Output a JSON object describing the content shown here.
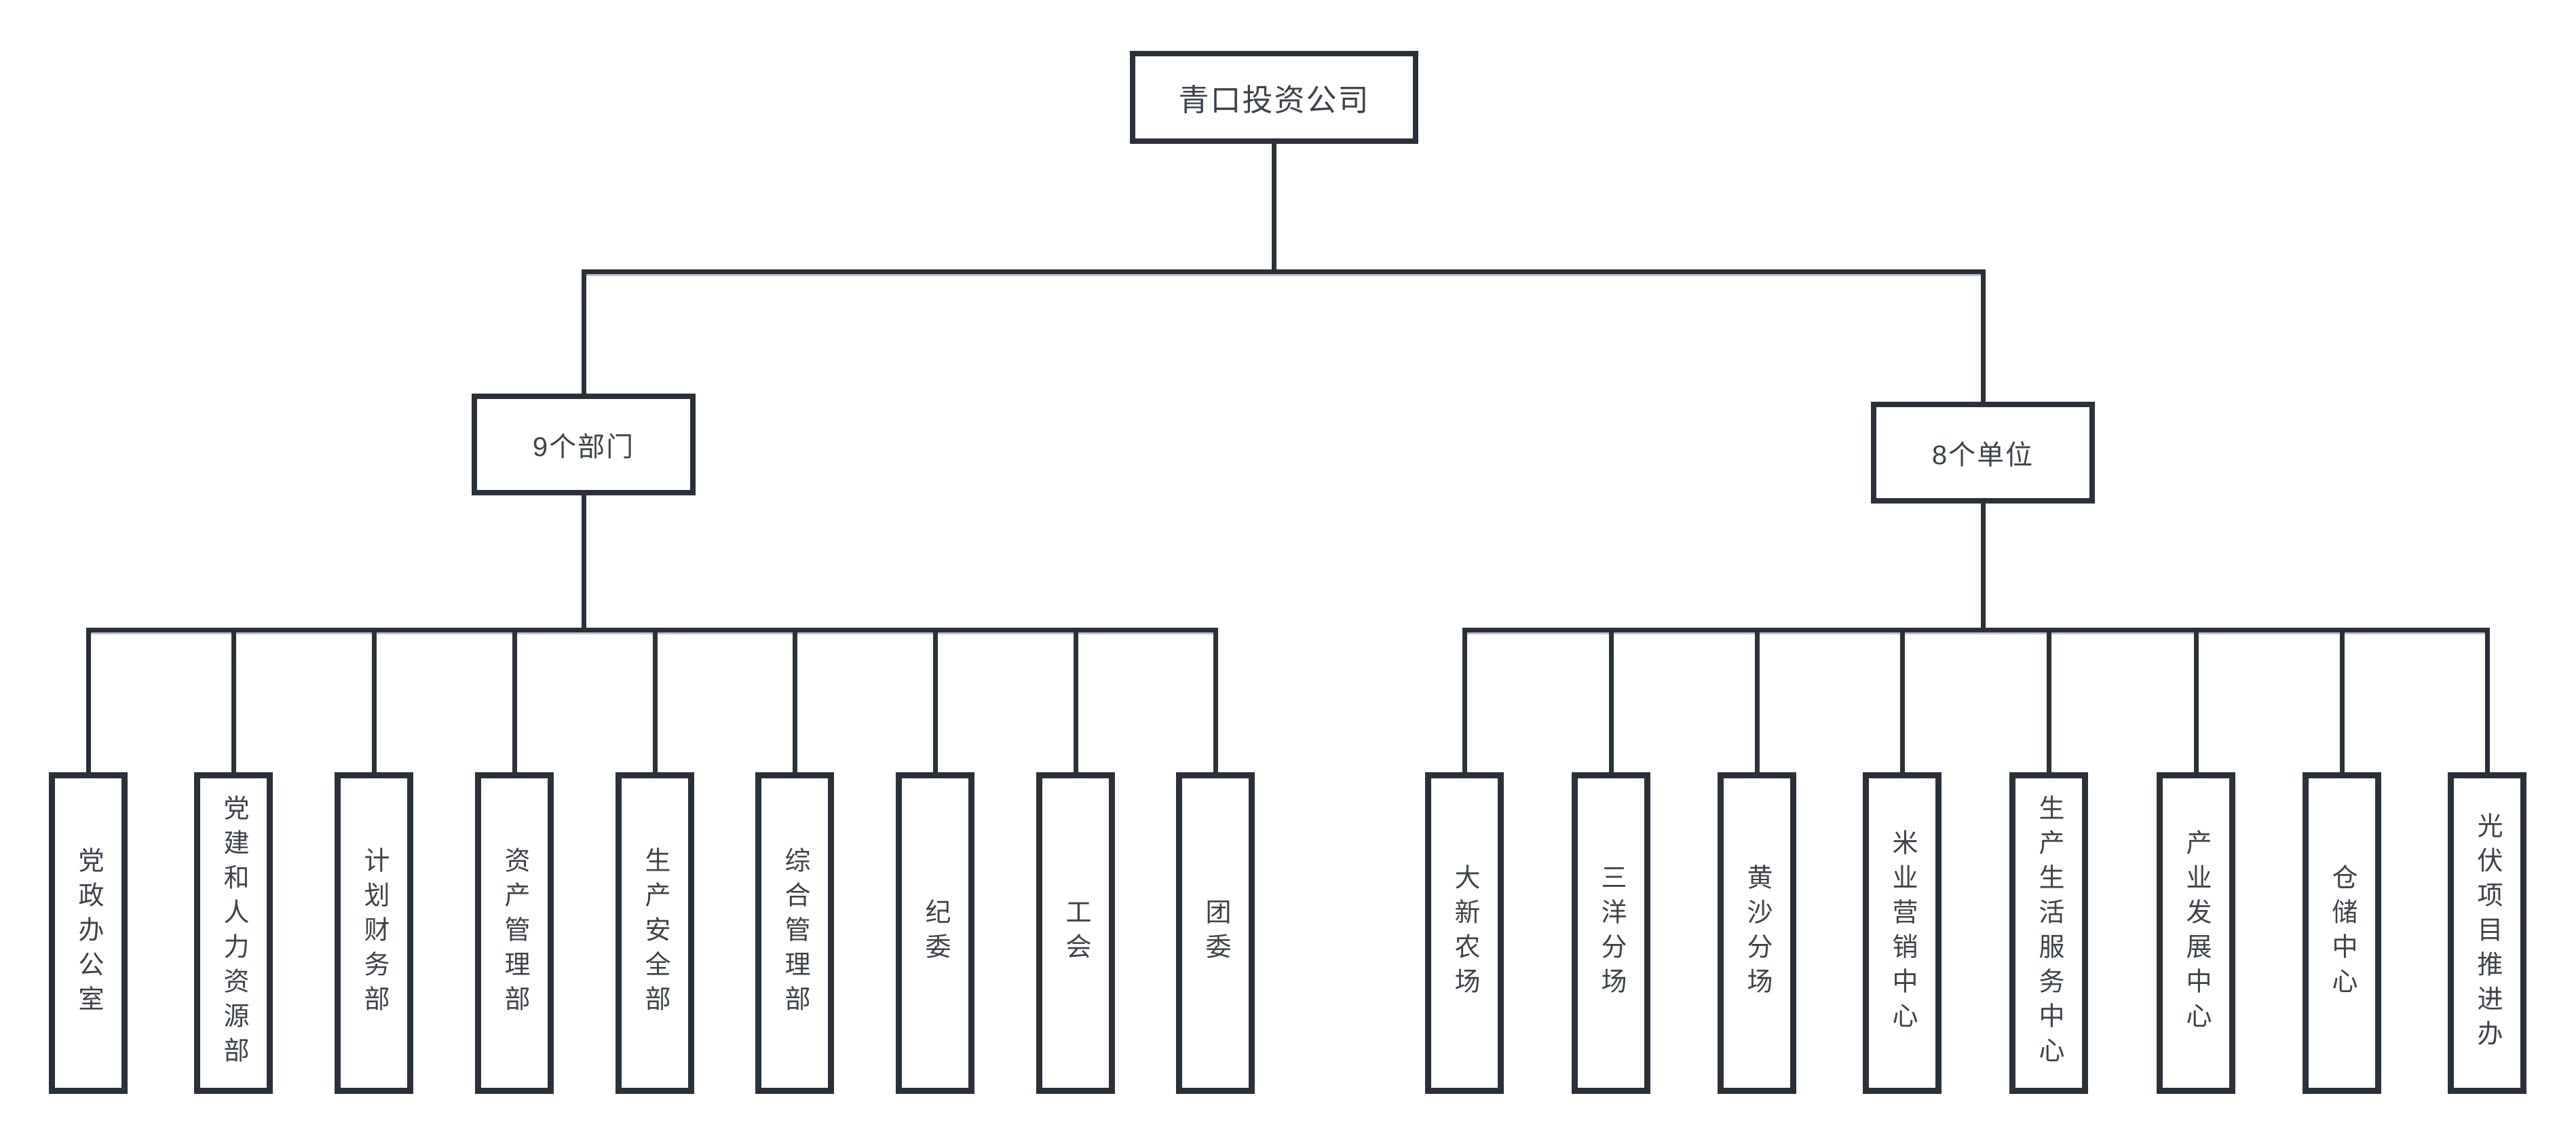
{
  "diagram": {
    "root": {
      "label": "青口投资公司"
    },
    "branches": [
      {
        "label": "9个部门",
        "children": [
          {
            "label": "党政办公室"
          },
          {
            "label": "党建和人力资源部"
          },
          {
            "label": "计划财务部"
          },
          {
            "label": "资产管理部"
          },
          {
            "label": "生产安全部"
          },
          {
            "label": "综合管理部"
          },
          {
            "label": "纪委"
          },
          {
            "label": "工会"
          },
          {
            "label": "团委"
          }
        ]
      },
      {
        "label": "8个单位",
        "children": [
          {
            "label": "大新农场"
          },
          {
            "label": "三洋分场"
          },
          {
            "label": "黄沙分场"
          },
          {
            "label": "米业营销中心"
          },
          {
            "label": "生产生活服务中心"
          },
          {
            "label": "产业发展中心"
          },
          {
            "label": "仓储中心"
          },
          {
            "label": "光伏项目推进办"
          }
        ]
      }
    ],
    "colors": {
      "background": "#ffffff",
      "line": "#2b3138",
      "node_border": "#2b3138",
      "text": "#3d434a"
    }
  }
}
